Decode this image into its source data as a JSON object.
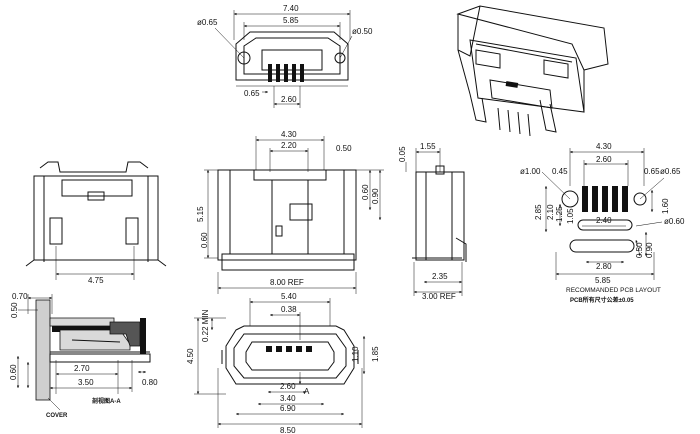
{
  "front_view": {
    "width_overall": "7.40",
    "width_inner": "5.85",
    "hole_left": "ø0.65",
    "hole_right": "ø0.50",
    "pin_offset": "0.65",
    "pin_span": "2.60"
  },
  "bottom_view": {
    "overall": "8.50",
    "a": "6.90",
    "b": "3.40",
    "c": "2.60",
    "d": "0.38",
    "e": "5.40",
    "h1": "4.50",
    "h2": "0.22 MIN",
    "h3": "1.10",
    "h4": "1.85",
    "arrow_a": "A"
  },
  "top_view": {
    "w1": "4.30",
    "w2": "2.20",
    "w3": "0.50",
    "h1": "5.15",
    "h2": "0.60",
    "h3": "0.60",
    "h4": "0.90",
    "ref": "8.00 REF"
  },
  "side_view": {
    "t1": "0.05",
    "t2": "1.55",
    "b1": "2.35",
    "ref": "3.00 REF"
  },
  "left_view": {
    "width": "4.75"
  },
  "section_view": {
    "d1": "0.70",
    "d2": "0.50",
    "d3": "0.60",
    "d4": "2.70",
    "d5": "3.50",
    "d6": "0.80",
    "caption": "剖视图A-A",
    "cover": "COVER"
  },
  "pcb_layout": {
    "w_top": "4.30",
    "w_mid": "2.60",
    "hole_l": "ø1.00",
    "d045": "0.45",
    "d065": "0.65",
    "hole_r": "ø0.65",
    "d285": "2.85",
    "d210": "2.10",
    "d125": "1.25",
    "d105": "1.05",
    "d160": "1.60",
    "hole_060": "ø0.60",
    "d240": "2.40",
    "d050": "0.50",
    "d090": "0.90",
    "d280": "2.80",
    "d585": "5.85",
    "title": "RECOMMANDED PCB LAYOUT",
    "tolerance": "PCB所有尺寸公差±0.05"
  }
}
